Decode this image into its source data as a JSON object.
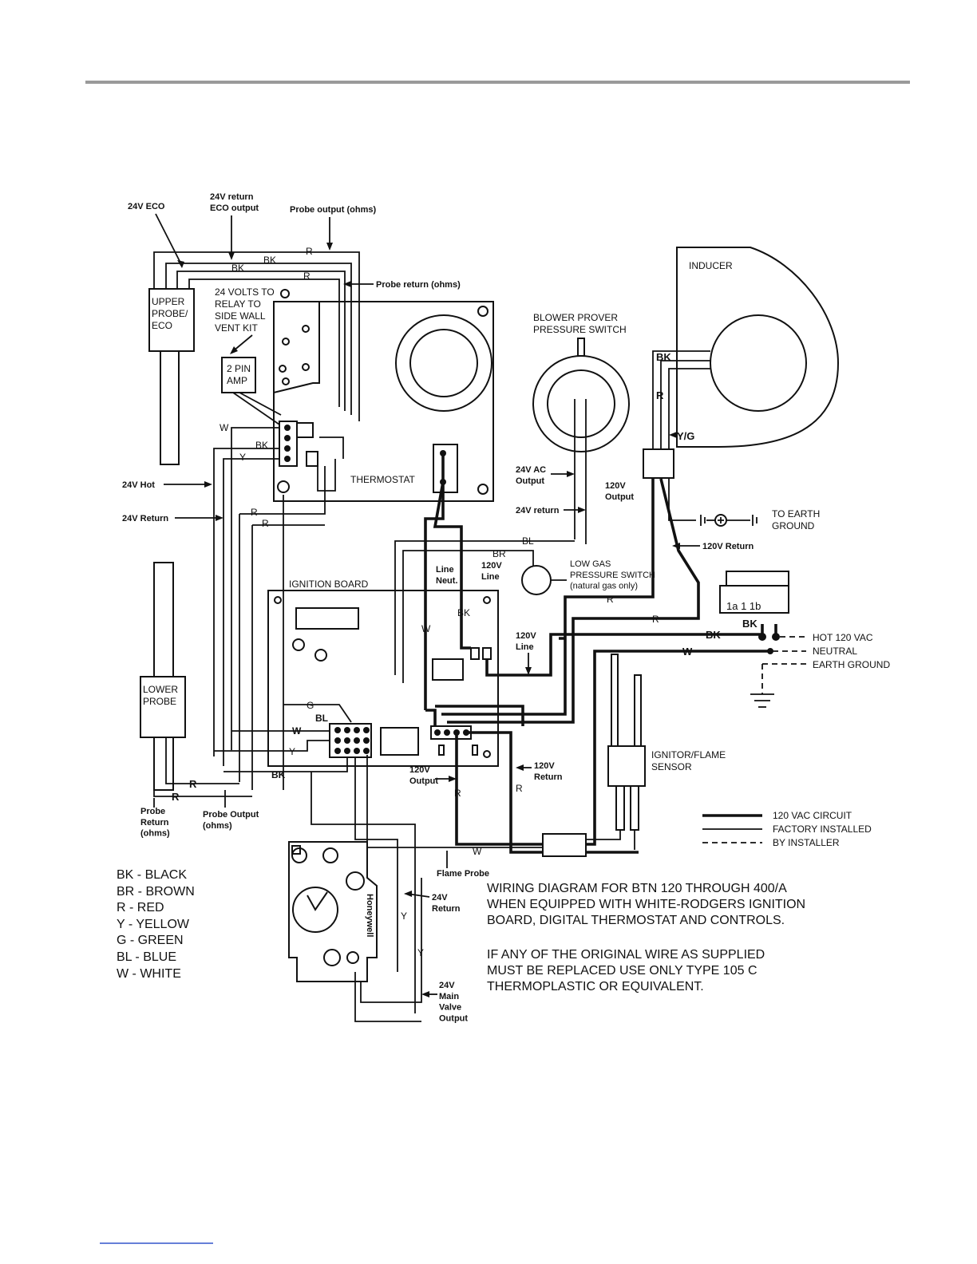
{
  "labels": {
    "eco_24v": "24V ECO",
    "return_24v_eco": "24V return\nECO output",
    "probe_output_top": "Probe output (ohms)",
    "probe_return_top": "Probe return (ohms)",
    "upper_probe": "UPPER\nPROBE/\nECO",
    "relay_note": "24 VOLTS TO\nRELAY TO\nSIDE WALL\nVENT KIT",
    "pin_amp": "2 PIN\nAMP",
    "thermostat": "THERMOSTAT",
    "hot_24v": "24V Hot",
    "return_24v": "24V Return",
    "blower_prover": "BLOWER PROVER\nPRESSURE SWITCH",
    "inducer": "INDUCER",
    "ac_24v_output": "24V AC\nOutput",
    "return_24v_lower": "24V return",
    "output_120v_right": "120V\nOutput",
    "earth_ground_top": "TO EARTH\nGROUND",
    "return_120v_top": "120V Return",
    "low_gas": "LOW GAS\nPRESSURE SWITCH\n(natural gas only)",
    "line_neut": "Line\nNeut.",
    "line_120v": "120V\nLine",
    "ignition_board": "IGNITION BOARD",
    "line_120v_mid": "120V\nLine",
    "hot_120vac": "HOT 120 VAC",
    "neutral": "NEUTRAL",
    "earth_ground": "EARTH GROUND",
    "switch_label": "1a 1 1b",
    "lower_probe": "LOWER\nPROBE",
    "igniter": "IGNITOR/FLAME\nSENSOR",
    "output_120v_bottom": "120V\nOutput",
    "return_120v_bottom": "120V\nReturn",
    "probe_return_bottom": "Probe\nReturn\n(ohms)",
    "probe_output_bottom": "Probe Output\n(ohms)",
    "flame_probe": "Flame Probe",
    "return_24v_valve": "24V\nReturn",
    "main_valve": "24V\nMain\nValve\nOutput",
    "valve_brand": "Honeywell"
  },
  "wire_labels": {
    "R": "R",
    "BK": "BK",
    "W": "W",
    "Y": "Y",
    "G": "G",
    "BL": "BL",
    "BR": "BR",
    "YG": "Y/G"
  },
  "legend_colors": [
    "BK - BLACK",
    "BR - BROWN",
    "R - RED",
    "Y - YELLOW",
    "G - GREEN",
    "BL - BLUE",
    "W - WHITE"
  ],
  "legend_lines": [
    "120 VAC CIRCUIT",
    "FACTORY INSTALLED",
    "BY INSTALLER"
  ],
  "notes": {
    "title": "WIRING DIAGRAM FOR BTN 120 THROUGH 400/A\nWHEN EQUIPPED WITH WHITE-RODGERS IGNITION\nBOARD, DIGITAL THERMOSTAT AND CONTROLS.",
    "warning": "IF ANY OF THE ORIGINAL WIRE AS SUPPLIED\nMUST BE REPLACED USE ONLY TYPE 105 C\nTHERMOPLASTIC OR EQUIVALENT."
  },
  "colors": {
    "rule": "#9a9a9a",
    "ink": "#111111",
    "link": "#3355cc"
  }
}
